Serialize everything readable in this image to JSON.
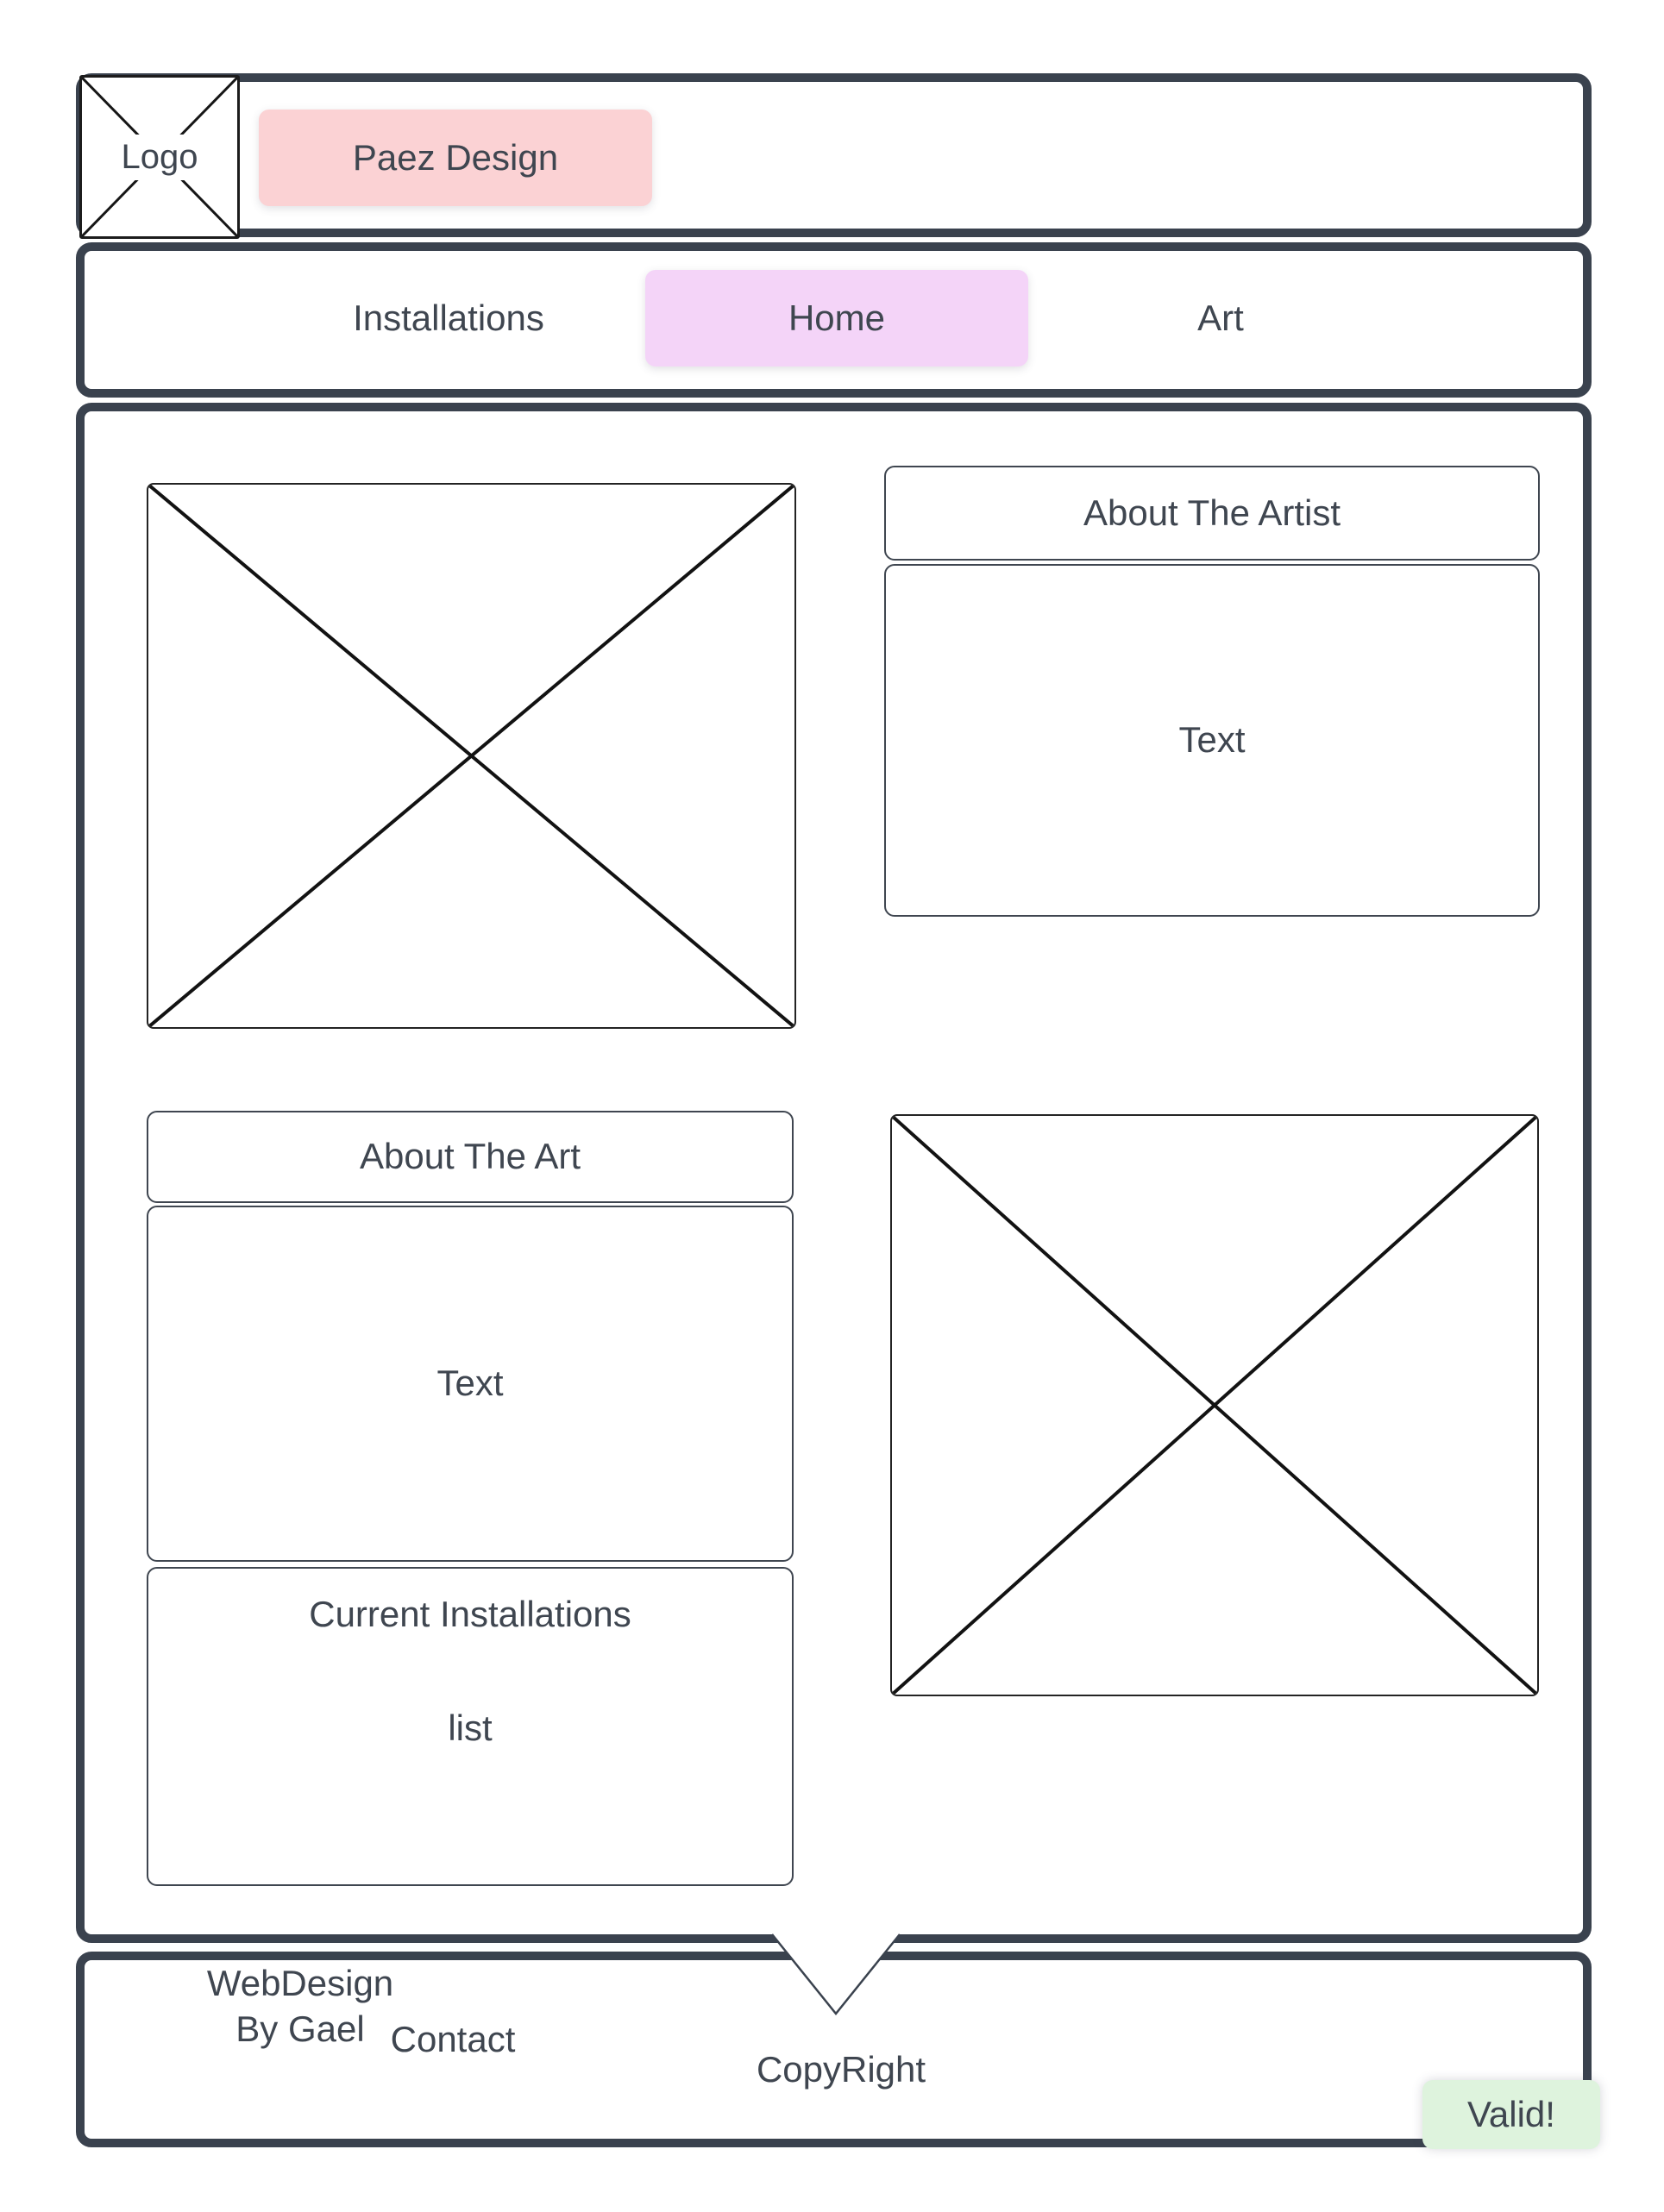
{
  "colors": {
    "frame_border": "#3a424e",
    "panel_border": "#3f4650",
    "text": "#3f4650",
    "brand_bg": "#fbd2d4",
    "active_nav_bg": "#f4d4f8",
    "valid_bg": "#def3dd"
  },
  "header": {
    "logo_label": "Logo",
    "brand_label": "Paez Design"
  },
  "nav": {
    "items": [
      {
        "label": "Installations",
        "active": false
      },
      {
        "label": "Home",
        "active": true
      },
      {
        "label": "Art",
        "active": false
      }
    ]
  },
  "main": {
    "artist_panel": {
      "title": "About The Artist",
      "body": "Text"
    },
    "art_panel": {
      "title": "About The Art",
      "body": "Text"
    },
    "installations_panel": {
      "title": "Current Installations",
      "body": "list"
    }
  },
  "footer": {
    "contact_label": "Contact",
    "copyright_label": "CopyRight",
    "credit_line1": "WebDesign",
    "credit_line2": "By Gael",
    "valid_label": "Valid!"
  }
}
